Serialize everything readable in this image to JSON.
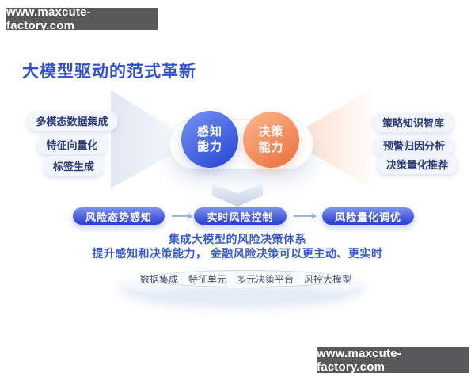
{
  "watermark": {
    "top": "www.maxcute-factory.com",
    "bottom": "www.maxcute-factory.com"
  },
  "title": "大模型驱动的范式革新",
  "capabilities": {
    "perception": {
      "line1": "感知",
      "line2": "能力"
    },
    "decision": {
      "line1": "决策",
      "line2": "能力"
    }
  },
  "left_features": [
    "多模态数据集成",
    "特征向量化",
    "标签生成"
  ],
  "right_features": [
    "策略知识智库",
    "预警归因分析",
    "决策量化推荐"
  ],
  "flow_steps": [
    "风险态势感知",
    "实时风险控制",
    "风险量化调优"
  ],
  "summary": {
    "line1": "集成大模型的风险决策体系",
    "line2": "提升感知和决策能力， 金融风险决策可以更主动、更实时"
  },
  "platform_items": [
    "数据集成",
    "特征单元",
    "多元决策平台",
    "风控大模型"
  ],
  "colors": {
    "title_blue": "#3251c7",
    "circle_blue": "#2c4bd4",
    "circle_orange": "#ec7443",
    "flow_pill_blue": "#3045d3",
    "badge_bg": "#59595b",
    "summary_text": "#3a5bca"
  },
  "icons": {
    "flow_arrow": "→",
    "down_chevron": "▼"
  }
}
